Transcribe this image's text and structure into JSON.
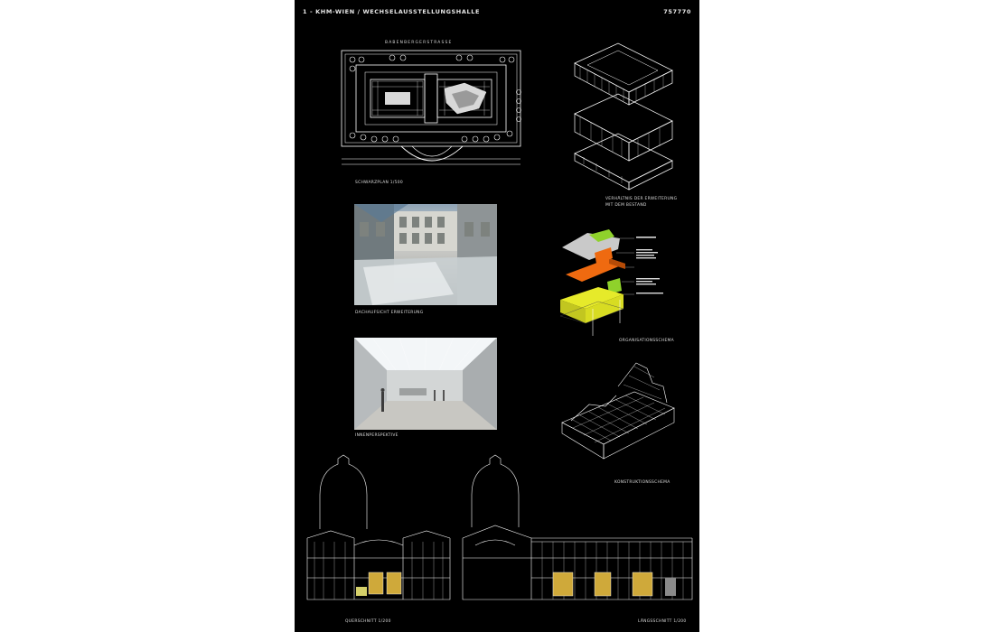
{
  "header": {
    "title": "1 - KHM-WIEN / WECHSELAUSSTELLUNGSHALLE",
    "code": "757770"
  },
  "site_plan": {
    "street_label": "BABENBERGERSTRASSE",
    "caption": "SCHWARZPLAN 1/500"
  },
  "exploded_axo": {
    "caption_line1": "VERHÄLTNIS DER ERWEITERUNG",
    "caption_line2": "MIT DEM BESTAND"
  },
  "roof_view": {
    "caption": "DACHAUFSICHT ERWEITERUNG"
  },
  "organisation": {
    "caption": "ORGANISATIONSSCHEMA"
  },
  "interior": {
    "caption": "INNENPERSPEKTIVE"
  },
  "construction": {
    "caption": "KONSTRUKTIONSSCHEMA"
  },
  "sections": {
    "cross_caption": "QUERSCHNITT 1/200",
    "long_caption": "LÄNGSSCHNITT 1/200"
  },
  "colors": {
    "background": "#000000",
    "line": "#ffffff",
    "green": "#8fd12b",
    "orange": "#ef6a10",
    "yellow": "#e6ea2a",
    "grey": "#bdbdbd"
  }
}
